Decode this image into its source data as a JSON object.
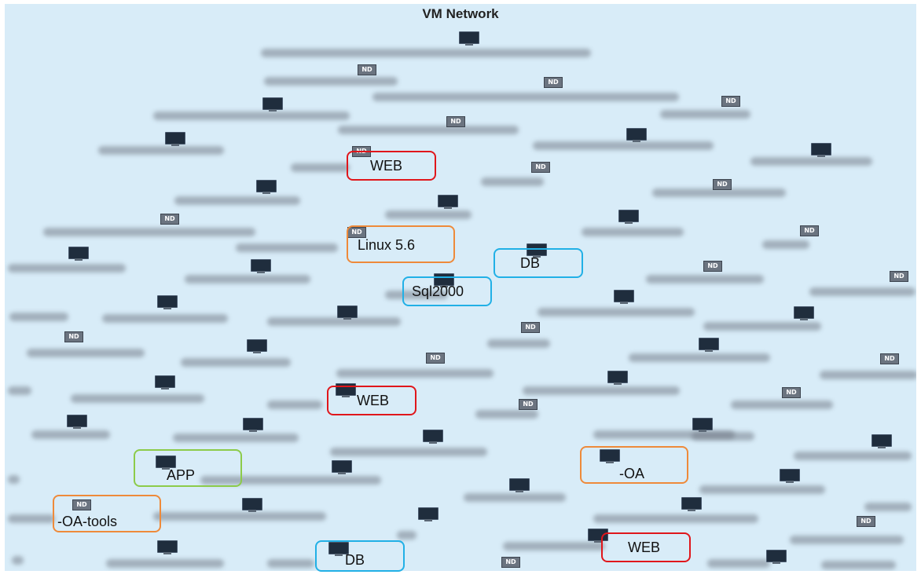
{
  "title": "VM Network",
  "icons": {
    "vm": "monitor-icon",
    "nd": "nd-badge-icon"
  },
  "nd_badge_text": "ND",
  "highlights": [
    {
      "label": "WEB",
      "color": "red"
    },
    {
      "label": "Linux 5.6",
      "color": "orange"
    },
    {
      "label": "DB",
      "color": "blue"
    },
    {
      "label": "Sql2000",
      "color": "blue"
    },
    {
      "label": "WEB",
      "color": "red"
    },
    {
      "label": "APP",
      "color": "green"
    },
    {
      "label": "-OA",
      "color": "orange"
    },
    {
      "label": "-OA-tools",
      "color": "orange"
    },
    {
      "label": "DB",
      "color": "blue"
    },
    {
      "label": "WEB",
      "color": "red"
    }
  ],
  "colors": {
    "background": "#d8ecf8",
    "red": "#e0161b",
    "orange": "#ee8a3a",
    "blue": "#21b0e6",
    "green": "#8ccb4a"
  }
}
